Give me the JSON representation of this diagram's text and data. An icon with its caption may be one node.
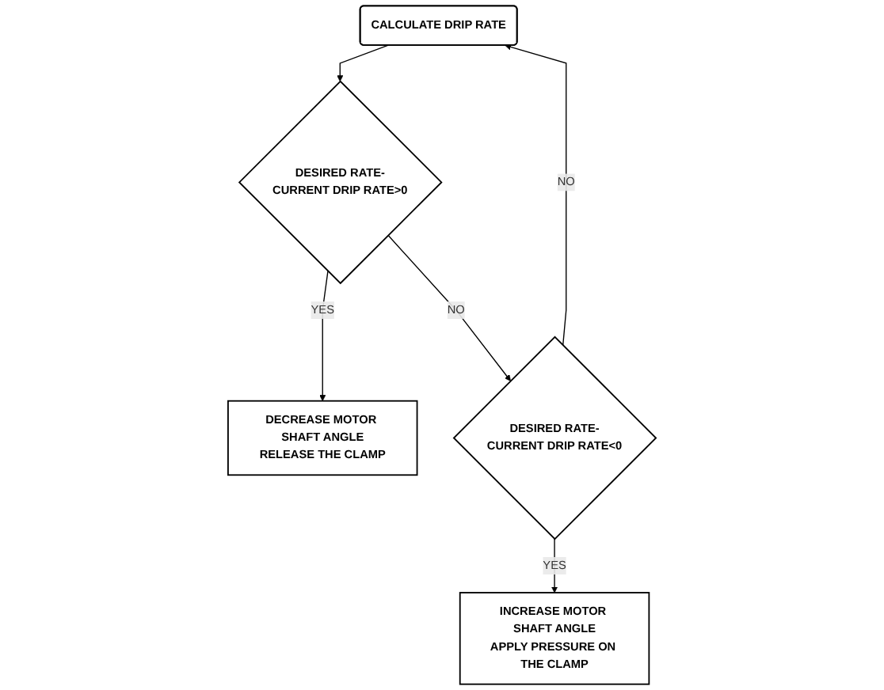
{
  "diagram": {
    "nodes": [
      {
        "text": [
          "CALCULATE DRIP RATE"
        ]
      },
      {
        "text": [
          "DESIRED RATE-CURRENT DRIP RATE>0"
        ]
      },
      {
        "text": [
          "DECREASE MOTOR SHAFT ANGLE",
          "RELEASE THE CLAMP"
        ]
      },
      {
        "text": [
          "DESIRED RATE-CURRENT DRIP RATE<0"
        ]
      },
      {
        "text": [
          "INCREASE MOTOR SHAFT ANGLE",
          "APPLY PRESSURE ON THE CLAMP"
        ]
      }
    ],
    "edges": [
      {
        "from": 0,
        "to": 1,
        "arrow": "to"
      },
      {
        "from": 1,
        "to": 2,
        "label": "YES",
        "arrow": "to"
      },
      {
        "from": 1,
        "to": 3,
        "label": "NO",
        "arrow": "to"
      },
      {
        "from": 3,
        "to": 4,
        "label": "YES",
        "arrow": "to"
      },
      {
        "from": 3,
        "to": 0,
        "label": "NO",
        "arrow": "to"
      }
    ]
  }
}
